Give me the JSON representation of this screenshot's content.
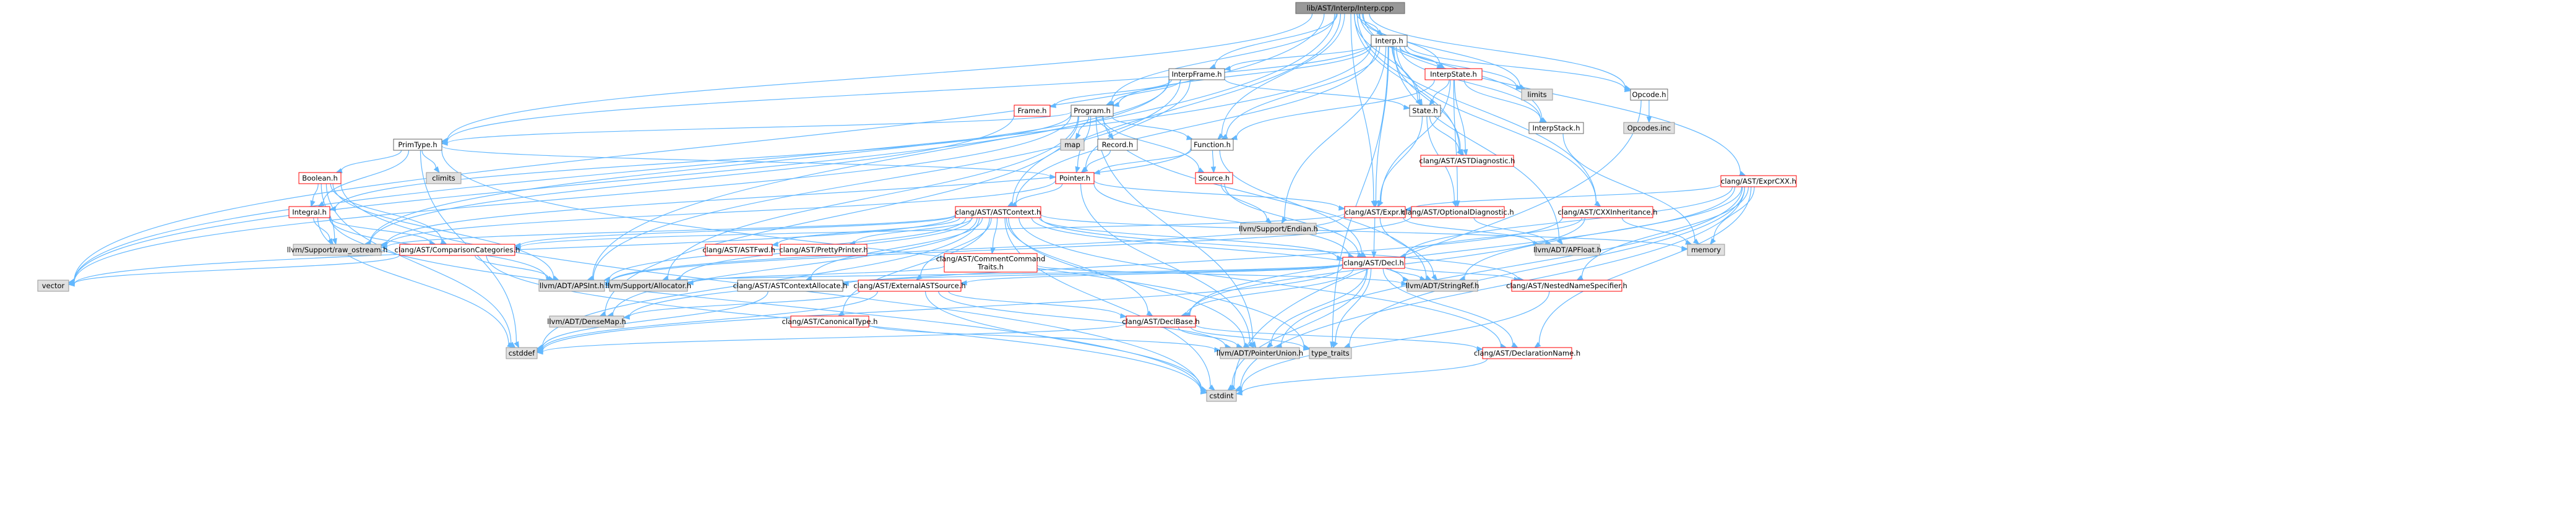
{
  "diagram": {
    "type": "include-dependency-graph",
    "colors": {
      "root_fill": "#999999",
      "root_stroke": "#666666",
      "documented_fill": "#ffffff",
      "documented_stroke": "#666666",
      "red_stroke": "#ff0000",
      "system_fill": "#e0e0e0",
      "system_stroke": "#999999",
      "edge": "#63b8ff",
      "text": "#000000"
    },
    "nodes": {
      "root": "lib/AST/Interp/Interp.cpp",
      "interp_h": "Interp.h",
      "limits": "limits",
      "opcode_h": "Opcode.h",
      "opcodes_inc": "Opcodes.inc",
      "interpframe_h": "InterpFrame.h",
      "interpstate_h": "InterpState.h",
      "frame_h": "Frame.h",
      "program_h": "Program.h",
      "state_h": "State.h",
      "interpstack_h": "InterpStack.h",
      "map": "map",
      "record_h": "Record.h",
      "primtype_h": "PrimType.h",
      "function_h": "Function.h",
      "astdiag_h": "clang/AST/ASTDiagnostic.h",
      "exprcxx_h": "clang/AST/ExprCXX.h",
      "climits": "climits",
      "boolean_h": "Boolean.h",
      "pointer_h": "Pointer.h",
      "source_h": "Source.h",
      "integral_h": "Integral.h",
      "astcontext_h": "clang/AST/ASTContext.h",
      "expr_h": "clang/AST/Expr.h",
      "optdiag_h": "clang/AST/OptionalDiagnostic.h",
      "cxxinh_h": "clang/AST/CXXInheritance.h",
      "endian_h": "llvm/Support/Endian.h",
      "memory": "memory",
      "apfloat_h": "llvm/ADT/APFloat.h",
      "raw_ostream_h": "llvm/Support/raw_ostream.h",
      "compcat_h": "clang/AST/ComparisonCategories.h",
      "astfwd_h": "clang/AST/ASTFwd.h",
      "prettyprinter_h": "clang/AST/PrettyPrinter.h",
      "commentcmd_h": "clang/AST/CommentCommand\nTraits.h",
      "decl_h": "clang/AST/Decl.h",
      "vector": "vector",
      "apsint_h": "llvm/ADT/APSInt.h",
      "allocator_h": "llvm/Support/Allocator.h",
      "ctxalloc_h": "clang/AST/ASTContextAllocate.h",
      "extsource_h": "clang/AST/ExternalASTSource.h",
      "stringref_h": "llvm/ADT/StringRef.h",
      "nns_h": "clang/AST/NestedNameSpecifier.h",
      "densemap_h": "llvm/ADT/DenseMap.h",
      "canontype_h": "clang/AST/CanonicalType.h",
      "declbase_h": "clang/AST/DeclBase.h",
      "cstddef": "cstddef",
      "ptrunion_h": "llvm/ADT/PointerUnion.h",
      "type_traits": "type_traits",
      "declname_h": "clang/AST/DeclarationName.h",
      "cstdint": "cstdint"
    }
  }
}
